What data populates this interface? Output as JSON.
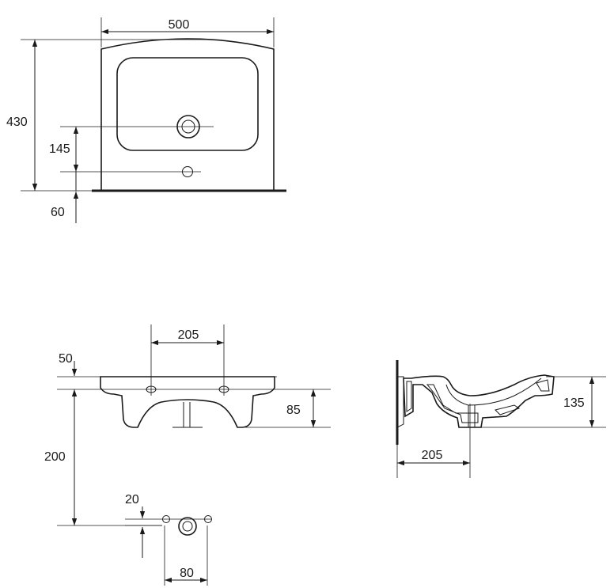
{
  "dimensions": {
    "top_width": "500",
    "top_depth": "430",
    "top_tap_to_drain": "145",
    "top_back_offset": "60",
    "front_tap_spacing": "205",
    "front_rim": "50",
    "front_height": "200",
    "front_bowl": "85",
    "front_drain_offset": "20",
    "front_drain_width": "80",
    "side_depth": "135",
    "side_drain_from_wall": "205"
  }
}
